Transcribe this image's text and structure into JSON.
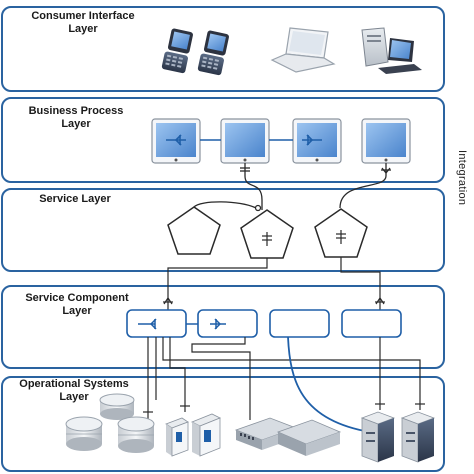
{
  "layers": {
    "consumer": {
      "title": "Consumer Interface\nLayer"
    },
    "business": {
      "title": "Business Process\nLayer"
    },
    "service": {
      "title": "Service Layer"
    },
    "component": {
      "title": "Service Component\nLayer"
    },
    "operational": {
      "title": "Operational Systems\nLayer"
    }
  },
  "side_label": "Integration",
  "colors": {
    "border": "#2a63a0",
    "line": "#2a2a2a",
    "accent": "#1f5fa8",
    "tablet_screen": "#5f97d8"
  }
}
